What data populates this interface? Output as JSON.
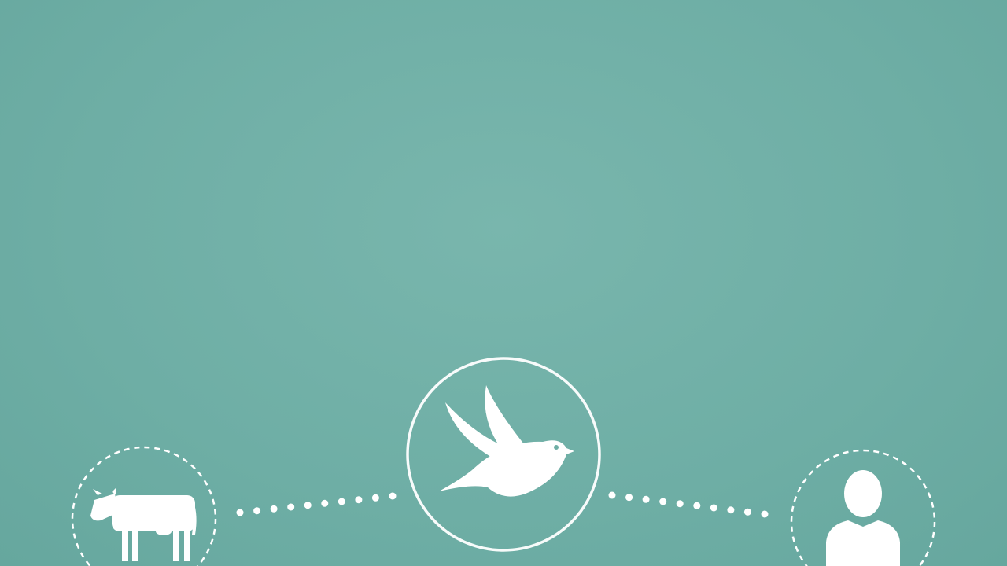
{
  "diagram": {
    "nodes": [
      {
        "id": "cow",
        "icon": "cow-icon",
        "border": "dashed"
      },
      {
        "id": "bird",
        "icon": "bird-icon",
        "border": "solid"
      },
      {
        "id": "person",
        "icon": "person-icon",
        "border": "dashed"
      }
    ],
    "connectors": [
      {
        "from": "cow",
        "to": "bird",
        "style": "dotted"
      },
      {
        "from": "bird",
        "to": "person",
        "style": "dotted"
      }
    ]
  },
  "colors": {
    "background": "#6eaea5",
    "foreground": "#ffffff"
  }
}
